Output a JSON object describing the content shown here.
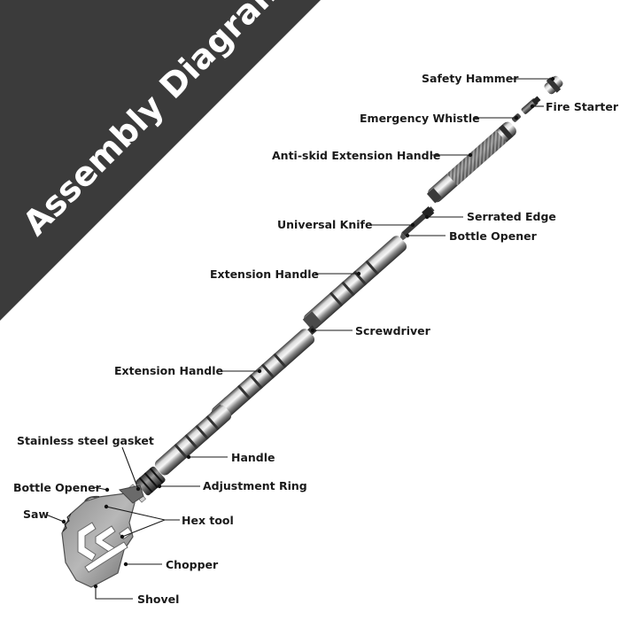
{
  "banner": {
    "title": "Assembly Diagram",
    "background": "#3b3b3b",
    "text_color": "#ffffff"
  },
  "labels": {
    "safety_hammer": "Safety Hammer",
    "fire_starter": "Fire Starter",
    "emergency_whistle": "Emergency Whistle",
    "anti_skid_handle": "Anti-skid Extension Handle",
    "serrated_edge": "Serrated Edge",
    "universal_knife": "Universal Knife",
    "bottle_opener_top": "Bottle Opener",
    "extension_handle_1": "Extension Handle",
    "screwdriver": "Screwdriver",
    "extension_handle_2": "Extension Handle",
    "stainless_gasket": "Stainless steel gasket",
    "handle": "Handle",
    "bottle_opener_bottom": "Bottle Opener",
    "adjustment_ring": "Adjustment Ring",
    "saw": "Saw",
    "hex_tool": "Hex tool",
    "chopper": "Chopper",
    "shovel": "Shovel"
  },
  "colors": {
    "label": "#1a1a1a",
    "metal_dark": "#4a4a4a",
    "metal_light": "#e6e6e6"
  }
}
